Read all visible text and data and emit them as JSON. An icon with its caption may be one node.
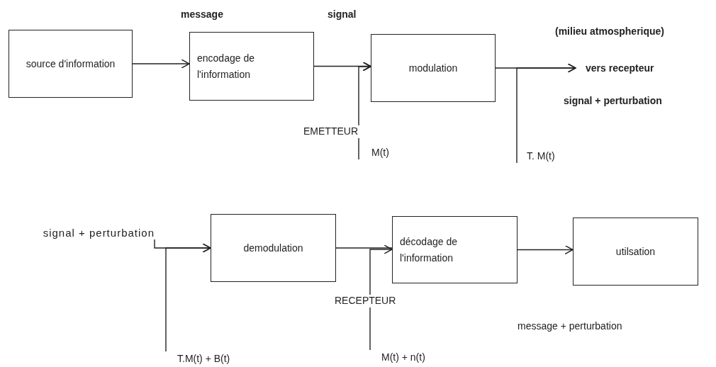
{
  "diagram": {
    "nodes": [
      {
        "text": [
          "source d'information"
        ]
      },
      {
        "text": [
          "encodage de l'information"
        ]
      },
      {
        "text": [
          "modulation"
        ]
      },
      {
        "text": [
          "vers recepteur"
        ]
      },
      {
        "text": [
          "M(t)"
        ]
      },
      {
        "text": [
          "T. M(t)"
        ]
      },
      {
        "text": [
          "signal + perturbation"
        ]
      },
      {
        "text": [
          "demodulation"
        ]
      },
      {
        "text": [
          "décodage de l'information"
        ]
      },
      {
        "text": [
          "utilsation"
        ]
      },
      {
        "text": [
          "T.M(t) + B(t)"
        ]
      },
      {
        "text": [
          "M(t) + n(t)"
        ]
      }
    ],
    "edges": [
      {
        "from": 0,
        "to": 1,
        "arrow": "to"
      },
      {
        "from": 1,
        "to": 2,
        "arrow": "to"
      },
      {
        "from": 4,
        "to": 2,
        "arrow": "to"
      },
      {
        "from": 2,
        "to": 3,
        "arrow": "to"
      },
      {
        "from": 5,
        "to": 3,
        "arrow": "to"
      },
      {
        "from": 6,
        "to": 7,
        "arrow": "to"
      },
      {
        "from": 10,
        "to": 7,
        "arrow": "to"
      },
      {
        "from": 7,
        "to": 8,
        "arrow": "none"
      },
      {
        "from": 11,
        "to": 8,
        "arrow": "to"
      },
      {
        "from": 8,
        "to": 9,
        "arrow": "to"
      }
    ],
    "labels": [
      "message",
      "signal",
      "(milieu atmospherique)",
      "signal + perturbation",
      "EMETTEUR",
      "RECEPTEUR",
      "message + perturbation"
    ]
  }
}
